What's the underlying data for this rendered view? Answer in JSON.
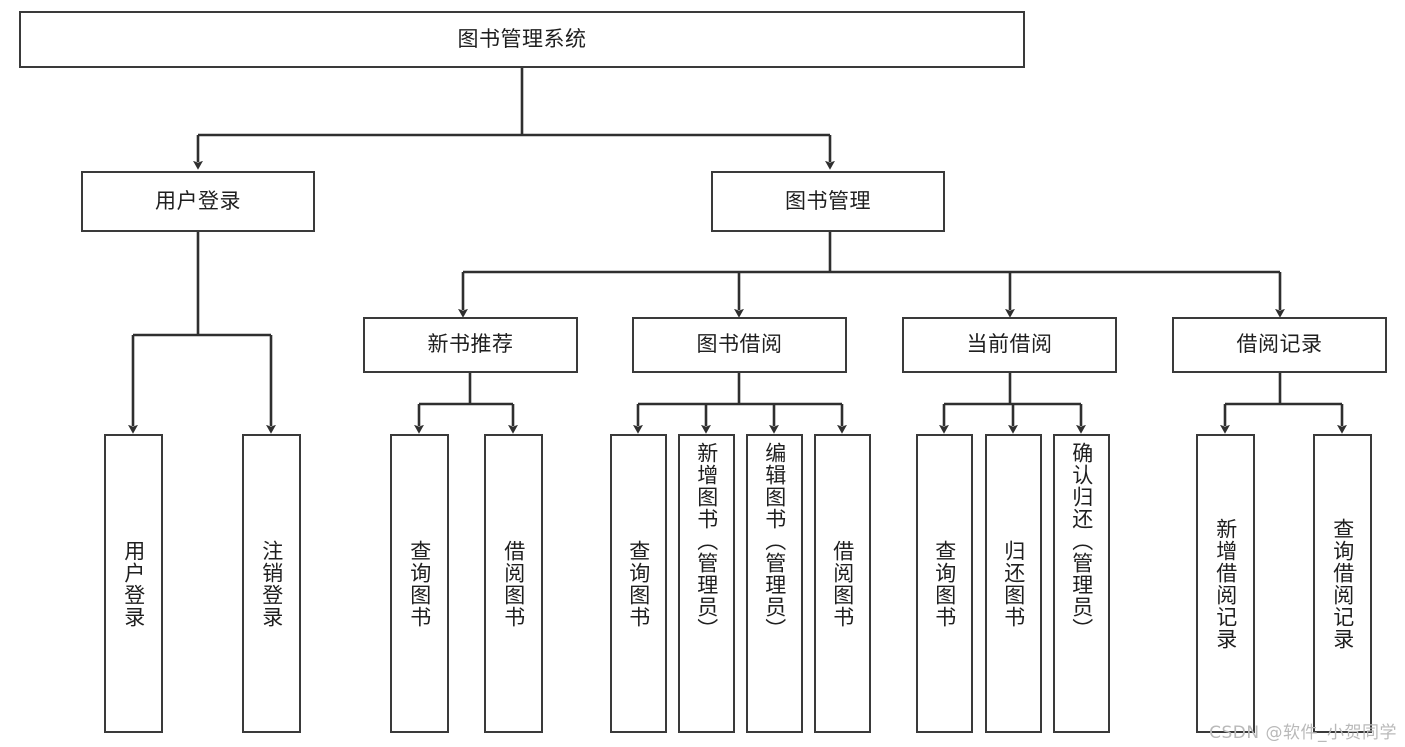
{
  "diagram": {
    "title": "图书管理系统",
    "type": "functional-structure-tree",
    "watermark": "CSDN @软件_小贺同学",
    "colors": {
      "box_border": "#3a3a3a",
      "box_fill": "#ffffff",
      "edge": "#2f2f2f",
      "text": "#1f1f1f",
      "watermark": "#b9b9b9",
      "background": "#ffffff"
    },
    "levels": {
      "root": "图书管理系统",
      "level2": [
        "用户登录",
        "图书管理"
      ],
      "level3": [
        "新书推荐",
        "图书借阅",
        "当前借阅",
        "借阅记录"
      ]
    },
    "nodes": {
      "root": {
        "label": "图书管理系统"
      },
      "user_login": {
        "label": "用户登录"
      },
      "book_manage": {
        "label": "图书管理"
      },
      "new_book_rec": {
        "label": "新书推荐"
      },
      "book_borrow": {
        "label": "图书借阅"
      },
      "current_borrow": {
        "label": "当前借阅"
      },
      "borrow_record": {
        "label": "借阅记录"
      },
      "leaf_user_login": {
        "label": "用户登录"
      },
      "leaf_logout": {
        "label": "注销登录"
      },
      "leaf_query_book_1": {
        "label": "查询图书"
      },
      "leaf_borrow_book_1": {
        "label": "借阅图书"
      },
      "leaf_query_book_2": {
        "label": "查询图书"
      },
      "leaf_add_book": {
        "label": "新增图书（管理员）"
      },
      "leaf_edit_book": {
        "label": "编辑图书（管理员）"
      },
      "leaf_borrow_book_2": {
        "label": "借阅图书"
      },
      "leaf_query_book_3": {
        "label": "查询图书"
      },
      "leaf_return_book": {
        "label": "归还图书"
      },
      "leaf_confirm_return": {
        "label": "确认归还（管理员）"
      },
      "leaf_add_record": {
        "label": "新增借阅记录"
      },
      "leaf_query_record": {
        "label": "查询借阅记录"
      }
    },
    "edges": [
      {
        "from": "图书管理系统",
        "to": "用户登录"
      },
      {
        "from": "图书管理系统",
        "to": "图书管理"
      },
      {
        "from": "用户登录",
        "to": "用户登录"
      },
      {
        "from": "用户登录",
        "to": "注销登录"
      },
      {
        "from": "图书管理",
        "to": "新书推荐"
      },
      {
        "from": "图书管理",
        "to": "图书借阅"
      },
      {
        "from": "图书管理",
        "to": "当前借阅"
      },
      {
        "from": "图书管理",
        "to": "借阅记录"
      },
      {
        "from": "新书推荐",
        "to": "查询图书"
      },
      {
        "from": "新书推荐",
        "to": "借阅图书"
      },
      {
        "from": "图书借阅",
        "to": "查询图书"
      },
      {
        "from": "图书借阅",
        "to": "新增图书（管理员）"
      },
      {
        "from": "图书借阅",
        "to": "编辑图书（管理员）"
      },
      {
        "from": "图书借阅",
        "to": "借阅图书"
      },
      {
        "from": "当前借阅",
        "to": "查询图书"
      },
      {
        "from": "当前借阅",
        "to": "归还图书"
      },
      {
        "from": "当前借阅",
        "to": "确认归还（管理员）"
      },
      {
        "from": "借阅记录",
        "to": "新增借阅记录"
      },
      {
        "from": "借阅记录",
        "to": "查询借阅记录"
      }
    ]
  }
}
